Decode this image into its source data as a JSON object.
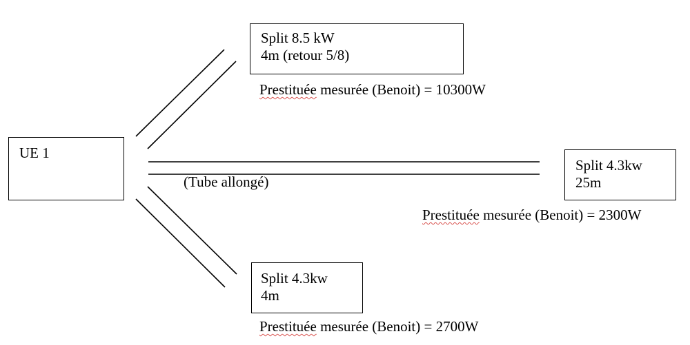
{
  "source": {
    "label": "UE 1"
  },
  "splits": [
    {
      "line1": "Split 8.5 kW",
      "line2": "4m (retour 5/8)",
      "caption_word": "Prestituée",
      "caption_rest": " mesurée (Benoit) = 10300W"
    },
    {
      "line1": "Split 4.3kw",
      "line2": "25m",
      "caption_word": "Prestituée",
      "caption_rest": " mesurée (Benoit) = 2300W"
    },
    {
      "line1": "Split 4.3kw",
      "line2": "4m",
      "caption_word": "Prestituée",
      "caption_rest": " mesurée (Benoit) = 2700W"
    }
  ],
  "tube_label": "(Tube allongé)",
  "colors": {
    "lines": "#000000",
    "spellcheck_underline": "#d9534f"
  }
}
